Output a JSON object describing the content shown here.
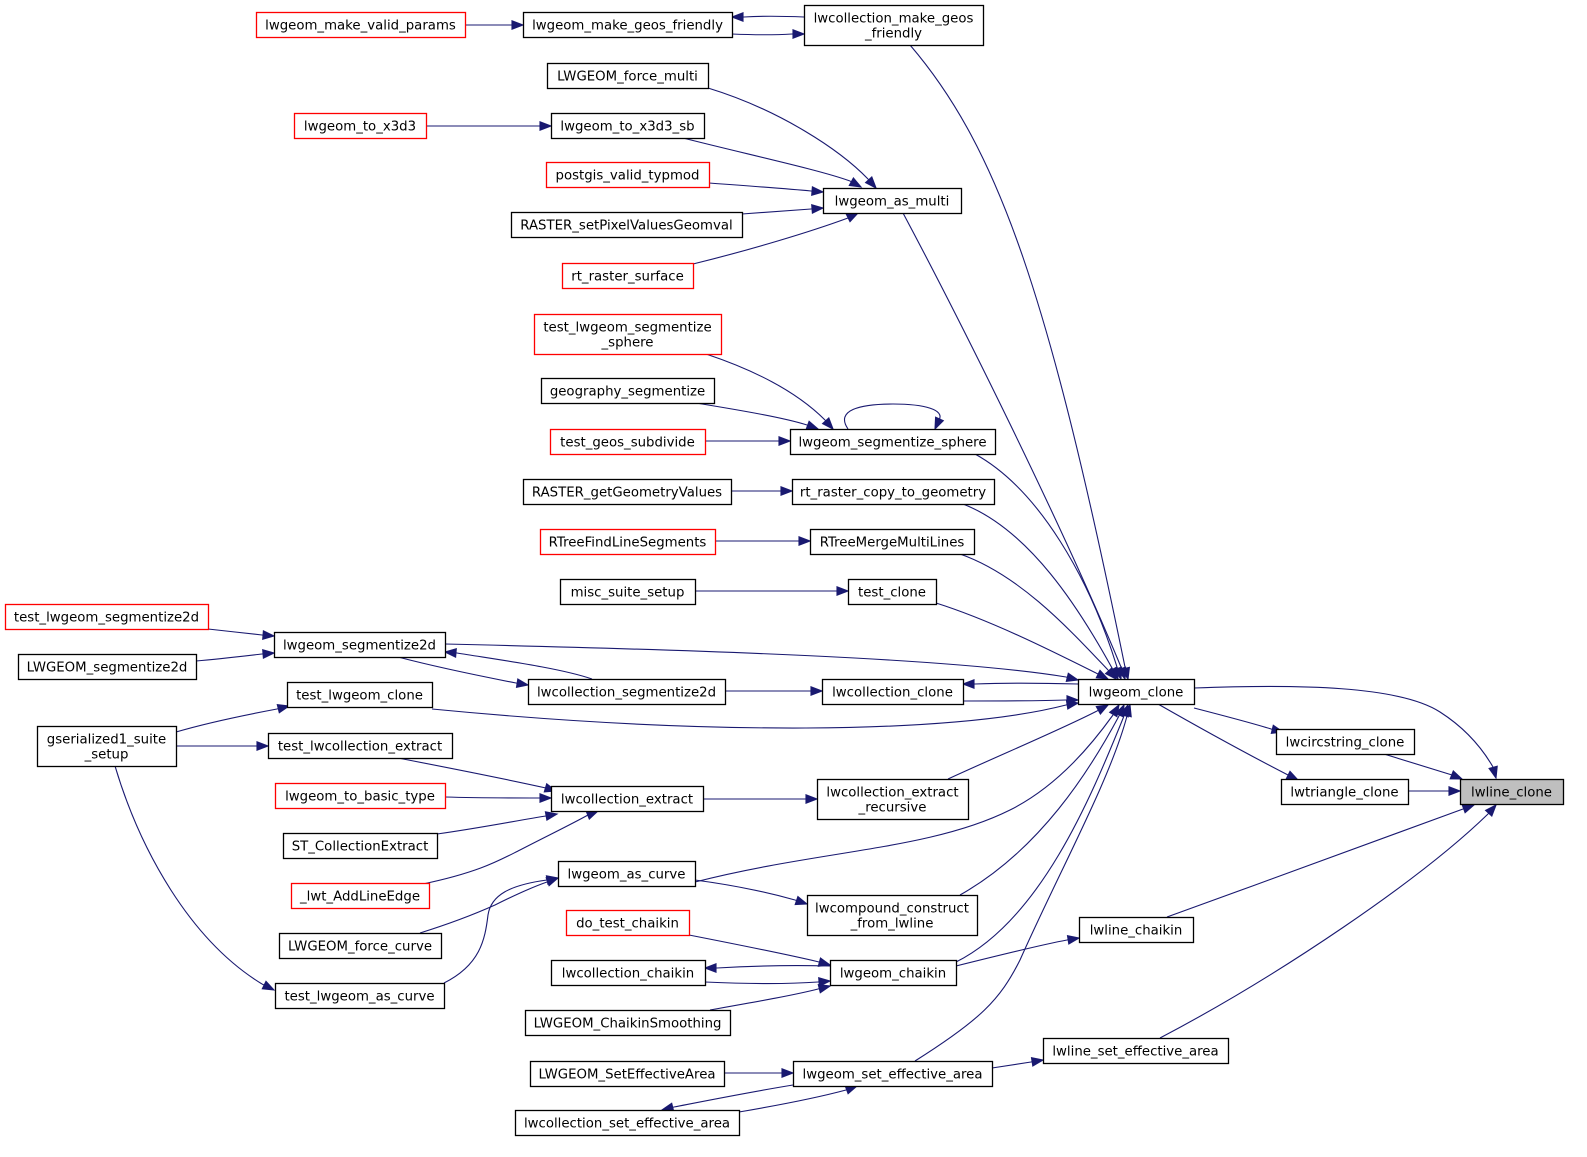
{
  "graph": {
    "title": "",
    "colors": {
      "edge": "#191970",
      "node_border": "#000000",
      "truncated_border": "#ff0000",
      "root_fill": "#bfbfbf",
      "node_fill": "#ffffff",
      "background": "#ffffff"
    },
    "nodes": [
      {
        "id": "lwline_clone",
        "label": "lwline_clone",
        "style": "root"
      },
      {
        "id": "lwgeom_clone",
        "label": "lwgeom_clone",
        "style": "normal"
      },
      {
        "id": "lwcircstring_clone",
        "label": "lwcircstring_clone",
        "style": "normal"
      },
      {
        "id": "lwtriangle_clone",
        "label": "lwtriangle_clone",
        "style": "normal"
      },
      {
        "id": "lwline_chaikin",
        "label": "lwline_chaikin",
        "style": "normal"
      },
      {
        "id": "lwline_set_effective_area",
        "label": "lwline_set_effective_area",
        "style": "normal"
      },
      {
        "id": "lwcollection_make_geos_friendly",
        "label": "lwcollection_make_geos\n_friendly",
        "style": "normal"
      },
      {
        "id": "lwgeom_make_geos_friendly",
        "label": "lwgeom_make_geos_friendly",
        "style": "normal"
      },
      {
        "id": "lwgeom_make_valid_params",
        "label": "lwgeom_make_valid_params",
        "style": "truncated"
      },
      {
        "id": "LWGEOM_force_multi",
        "label": "LWGEOM_force_multi",
        "style": "normal"
      },
      {
        "id": "lwgeom_to_x3d3_sb",
        "label": "lwgeom_to_x3d3_sb",
        "style": "normal"
      },
      {
        "id": "lwgeom_to_x3d3",
        "label": "lwgeom_to_x3d3",
        "style": "truncated"
      },
      {
        "id": "postgis_valid_typmod",
        "label": "postgis_valid_typmod",
        "style": "truncated"
      },
      {
        "id": "lwgeom_as_multi",
        "label": "lwgeom_as_multi",
        "style": "normal"
      },
      {
        "id": "RASTER_setPixelValuesGeomval",
        "label": "RASTER_setPixelValuesGeomval",
        "style": "normal"
      },
      {
        "id": "rt_raster_surface",
        "label": "rt_raster_surface",
        "style": "truncated"
      },
      {
        "id": "test_lwgeom_segmentize_sphere",
        "label": "test_lwgeom_segmentize\n_sphere",
        "style": "truncated"
      },
      {
        "id": "geography_segmentize",
        "label": "geography_segmentize",
        "style": "normal"
      },
      {
        "id": "test_geos_subdivide",
        "label": "test_geos_subdivide",
        "style": "truncated"
      },
      {
        "id": "lwgeom_segmentize_sphere",
        "label": "lwgeom_segmentize_sphere",
        "style": "normal"
      },
      {
        "id": "RASTER_getGeometryValues",
        "label": "RASTER_getGeometryValues",
        "style": "normal"
      },
      {
        "id": "rt_raster_copy_to_geometry",
        "label": "rt_raster_copy_to_geometry",
        "style": "normal"
      },
      {
        "id": "RTreeFindLineSegments",
        "label": "RTreeFindLineSegments",
        "style": "truncated"
      },
      {
        "id": "RTreeMergeMultiLines",
        "label": "RTreeMergeMultiLines",
        "style": "normal"
      },
      {
        "id": "misc_suite_setup",
        "label": "misc_suite_setup",
        "style": "normal"
      },
      {
        "id": "test_clone",
        "label": "test_clone",
        "style": "normal"
      },
      {
        "id": "test_lwgeom_segmentize2d",
        "label": "test_lwgeom_segmentize2d",
        "style": "truncated"
      },
      {
        "id": "LWGEOM_segmentize2d",
        "label": "LWGEOM_segmentize2d",
        "style": "normal"
      },
      {
        "id": "lwgeom_segmentize2d",
        "label": "lwgeom_segmentize2d",
        "style": "normal"
      },
      {
        "id": "test_lwgeom_clone",
        "label": "test_lwgeom_clone",
        "style": "normal"
      },
      {
        "id": "lwcollection_segmentize2d",
        "label": "lwcollection_segmentize2d",
        "style": "normal"
      },
      {
        "id": "lwcollection_clone",
        "label": "lwcollection_clone",
        "style": "normal"
      },
      {
        "id": "gserialized1_suite_setup",
        "label": "gserialized1_suite\n_setup",
        "style": "normal"
      },
      {
        "id": "test_lwcollection_extract",
        "label": "test_lwcollection_extract",
        "style": "normal"
      },
      {
        "id": "lwgeom_to_basic_type",
        "label": "lwgeom_to_basic_type",
        "style": "truncated"
      },
      {
        "id": "lwcollection_extract",
        "label": "lwcollection_extract",
        "style": "normal"
      },
      {
        "id": "lwcollection_extract_recursive",
        "label": "lwcollection_extract\n_recursive",
        "style": "normal"
      },
      {
        "id": "ST_CollectionExtract",
        "label": "ST_CollectionExtract",
        "style": "normal"
      },
      {
        "id": "_lwt_AddLineEdge",
        "label": "_lwt_AddLineEdge",
        "style": "truncated"
      },
      {
        "id": "lwgeom_as_curve",
        "label": "lwgeom_as_curve",
        "style": "normal"
      },
      {
        "id": "LWGEOM_force_curve",
        "label": "LWGEOM_force_curve",
        "style": "normal"
      },
      {
        "id": "lwcompound_construct_from_lwline",
        "label": "lwcompound_construct\n_from_lwline",
        "style": "normal"
      },
      {
        "id": "do_test_chaikin",
        "label": "do_test_chaikin",
        "style": "truncated"
      },
      {
        "id": "lwcollection_chaikin",
        "label": "lwcollection_chaikin",
        "style": "normal"
      },
      {
        "id": "lwgeom_chaikin",
        "label": "lwgeom_chaikin",
        "style": "normal"
      },
      {
        "id": "test_lwgeom_as_curve",
        "label": "test_lwgeom_as_curve",
        "style": "normal"
      },
      {
        "id": "LWGEOM_ChaikinSmoothing",
        "label": "LWGEOM_ChaikinSmoothing",
        "style": "normal"
      },
      {
        "id": "LWGEOM_SetEffectiveArea",
        "label": "LWGEOM_SetEffectiveArea",
        "style": "normal"
      },
      {
        "id": "lwgeom_set_effective_area",
        "label": "lwgeom_set_effective_area",
        "style": "normal"
      },
      {
        "id": "lwcollection_set_effective_area",
        "label": "lwcollection_set_effective_area",
        "style": "normal"
      }
    ],
    "edges": [
      {
        "from": "lwgeom_clone",
        "to": "lwline_clone"
      },
      {
        "from": "lwcircstring_clone",
        "to": "lwline_clone"
      },
      {
        "from": "lwtriangle_clone",
        "to": "lwline_clone"
      },
      {
        "from": "lwline_chaikin",
        "to": "lwline_clone"
      },
      {
        "from": "lwline_set_effective_area",
        "to": "lwline_clone"
      },
      {
        "from": "lwgeom_clone",
        "to": "lwcircstring_clone"
      },
      {
        "from": "lwgeom_clone",
        "to": "lwtriangle_clone"
      },
      {
        "from": "lwcollection_make_geos_friendly",
        "to": "lwgeom_clone"
      },
      {
        "from": "lwgeom_as_multi",
        "to": "lwgeom_clone"
      },
      {
        "from": "lwgeom_segmentize_sphere",
        "to": "lwgeom_clone"
      },
      {
        "from": "rt_raster_copy_to_geometry",
        "to": "lwgeom_clone"
      },
      {
        "from": "RTreeMergeMultiLines",
        "to": "lwgeom_clone"
      },
      {
        "from": "test_clone",
        "to": "lwgeom_clone"
      },
      {
        "from": "lwgeom_segmentize2d",
        "to": "lwgeom_clone"
      },
      {
        "from": "lwcollection_clone",
        "to": "lwgeom_clone"
      },
      {
        "from": "lwgeom_clone",
        "to": "lwcollection_clone"
      },
      {
        "from": "test_lwgeom_clone",
        "to": "lwgeom_clone"
      },
      {
        "from": "lwcollection_extract_recursive",
        "to": "lwgeom_clone"
      },
      {
        "from": "lwgeom_as_curve",
        "to": "lwgeom_clone"
      },
      {
        "from": "lwcompound_construct_from_lwline",
        "to": "lwgeom_clone"
      },
      {
        "from": "lwgeom_chaikin",
        "to": "lwgeom_clone"
      },
      {
        "from": "lwgeom_set_effective_area",
        "to": "lwgeom_clone"
      },
      {
        "from": "lwgeom_make_geos_friendly",
        "to": "lwcollection_make_geos_friendly"
      },
      {
        "from": "lwcollection_make_geos_friendly",
        "to": "lwgeom_make_geos_friendly"
      },
      {
        "from": "lwgeom_make_valid_params",
        "to": "lwgeom_make_geos_friendly"
      },
      {
        "from": "LWGEOM_force_multi",
        "to": "lwgeom_as_multi"
      },
      {
        "from": "lwgeom_to_x3d3_sb",
        "to": "lwgeom_as_multi"
      },
      {
        "from": "lwgeom_to_x3d3",
        "to": "lwgeom_to_x3d3_sb"
      },
      {
        "from": "postgis_valid_typmod",
        "to": "lwgeom_as_multi"
      },
      {
        "from": "RASTER_setPixelValuesGeomval",
        "to": "lwgeom_as_multi"
      },
      {
        "from": "rt_raster_surface",
        "to": "lwgeom_as_multi"
      },
      {
        "from": "test_lwgeom_segmentize_sphere",
        "to": "lwgeom_segmentize_sphere"
      },
      {
        "from": "geography_segmentize",
        "to": "lwgeom_segmentize_sphere"
      },
      {
        "from": "test_geos_subdivide",
        "to": "lwgeom_segmentize_sphere"
      },
      {
        "from": "lwgeom_segmentize_sphere",
        "to": "lwgeom_segmentize_sphere"
      },
      {
        "from": "RASTER_getGeometryValues",
        "to": "rt_raster_copy_to_geometry"
      },
      {
        "from": "RTreeFindLineSegments",
        "to": "RTreeMergeMultiLines"
      },
      {
        "from": "misc_suite_setup",
        "to": "test_clone"
      },
      {
        "from": "test_lwgeom_segmentize2d",
        "to": "lwgeom_segmentize2d"
      },
      {
        "from": "LWGEOM_segmentize2d",
        "to": "lwgeom_segmentize2d"
      },
      {
        "from": "lwcollection_segmentize2d",
        "to": "lwgeom_segmentize2d"
      },
      {
        "from": "lwgeom_segmentize2d",
        "to": "lwcollection_segmentize2d"
      },
      {
        "from": "lwcollection_segmentize2d",
        "to": "lwcollection_clone"
      },
      {
        "from": "gserialized1_suite_setup",
        "to": "test_lwgeom_clone"
      },
      {
        "from": "gserialized1_suite_setup",
        "to": "test_lwcollection_extract"
      },
      {
        "from": "gserialized1_suite_setup",
        "to": "test_lwgeom_as_curve"
      },
      {
        "from": "test_lwcollection_extract",
        "to": "lwcollection_extract"
      },
      {
        "from": "lwgeom_to_basic_type",
        "to": "lwcollection_extract"
      },
      {
        "from": "ST_CollectionExtract",
        "to": "lwcollection_extract"
      },
      {
        "from": "_lwt_AddLineEdge",
        "to": "lwcollection_extract"
      },
      {
        "from": "lwcollection_extract",
        "to": "lwcollection_extract_recursive"
      },
      {
        "from": "LWGEOM_force_curve",
        "to": "lwgeom_as_curve"
      },
      {
        "from": "test_lwgeom_as_curve",
        "to": "lwgeom_as_curve"
      },
      {
        "from": "lwgeom_as_curve",
        "to": "lwcompound_construct_from_lwline"
      },
      {
        "from": "do_test_chaikin",
        "to": "lwgeom_chaikin"
      },
      {
        "from": "lwcollection_chaikin",
        "to": "lwgeom_chaikin"
      },
      {
        "from": "lwgeom_chaikin",
        "to": "lwcollection_chaikin"
      },
      {
        "from": "LWGEOM_ChaikinSmoothing",
        "to": "lwgeom_chaikin"
      },
      {
        "from": "lwgeom_chaikin",
        "to": "lwline_chaikin"
      },
      {
        "from": "LWGEOM_SetEffectiveArea",
        "to": "lwgeom_set_effective_area"
      },
      {
        "from": "lwcollection_set_effective_area",
        "to": "lwgeom_set_effective_area"
      },
      {
        "from": "lwgeom_set_effective_area",
        "to": "lwcollection_set_effective_area"
      },
      {
        "from": "lwgeom_set_effective_area",
        "to": "lwline_set_effective_area"
      }
    ]
  }
}
